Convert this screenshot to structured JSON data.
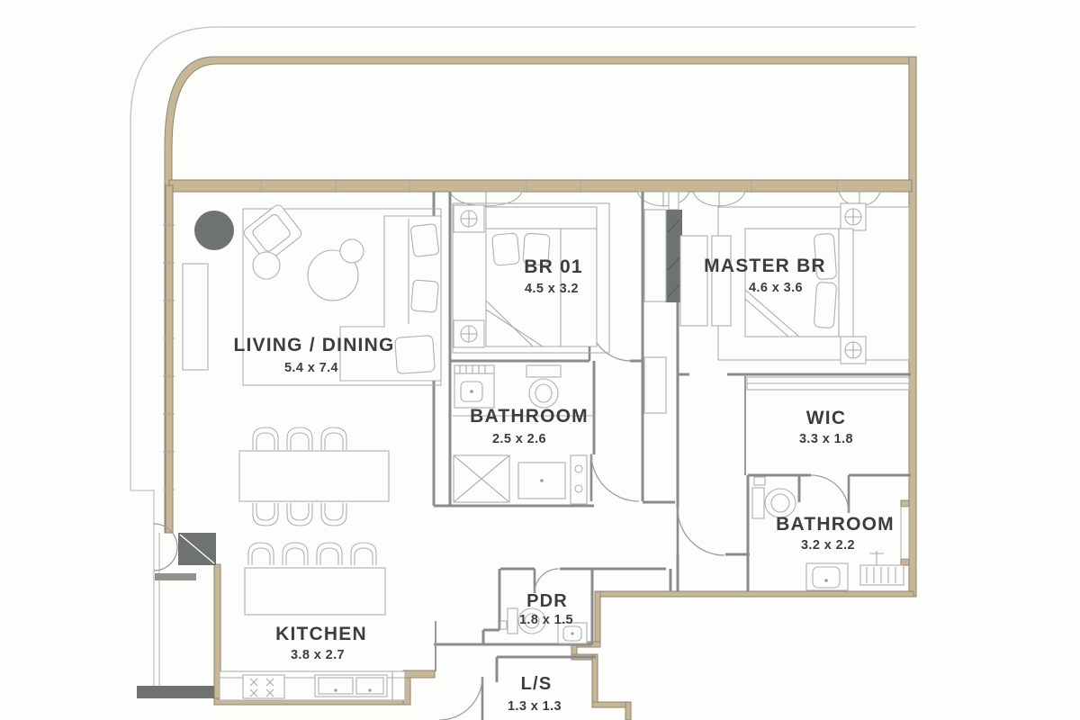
{
  "colors": {
    "exterior_wall": "#c7b795",
    "exterior_wall_edge": "#8f8570",
    "interior_wall": "#8b8b8b",
    "structural_column": "#6e7271",
    "furniture_line": "#b0b0b0",
    "label_text": "#3d3d3d",
    "property_line": "#c9c9c4",
    "background": "#fdfdfb"
  },
  "rooms": [
    {
      "id": "living-dining",
      "name": "LIVING / DINING",
      "dims": "5.4 x 7.4"
    },
    {
      "id": "br01",
      "name": "BR 01",
      "dims": "4.5 x 3.2"
    },
    {
      "id": "master-br",
      "name": "MASTER BR",
      "dims": "4.6 x 3.6"
    },
    {
      "id": "bathroom-1",
      "name": "BATHROOM",
      "dims": "2.5 x 2.6"
    },
    {
      "id": "wic",
      "name": "WIC",
      "dims": "3.3 x 1.8"
    },
    {
      "id": "bathroom-2",
      "name": "BATHROOM",
      "dims": "3.2 x 2.2"
    },
    {
      "id": "kitchen",
      "name": "KITCHEN",
      "dims": "3.8 x 2.7"
    },
    {
      "id": "pdr",
      "name": "PDR",
      "dims": "1.8 x 1.5"
    },
    {
      "id": "ls",
      "name": "L/S",
      "dims": "1.3 x 1.3"
    }
  ]
}
